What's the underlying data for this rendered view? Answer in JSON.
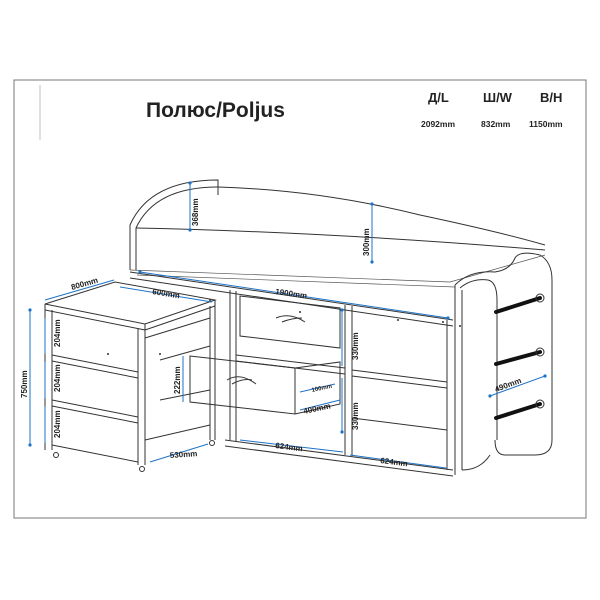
{
  "title": "Полюс/Poljus",
  "specs": {
    "headers": [
      "Д/L",
      "Ш/W",
      "В/H"
    ],
    "values": [
      "2092mm",
      "832mm",
      "1150mm"
    ]
  },
  "dimensions": {
    "bed_length": "1900mm",
    "depth_top": "800mm",
    "desk_width": "600mm",
    "desk_height": "750mm",
    "shelf_1": "204mm",
    "shelf_2": "204mm",
    "shelf_3": "204mm",
    "desk_depth": "530mm",
    "headboard_height": "368mm",
    "rail_height": "300mm",
    "drawer_height": "222mm",
    "drawer_depth": "400mm",
    "drawer_inner": "100mm",
    "upper_section_height": "330mm",
    "lower_section_height": "330mm",
    "section_width_1": "624mm",
    "section_width_2": "624mm",
    "ladder_width": "490mm"
  },
  "colors": {
    "dimension_line": "#1e73c8",
    "outline": "#333333",
    "ladder_rung": "#111111"
  }
}
